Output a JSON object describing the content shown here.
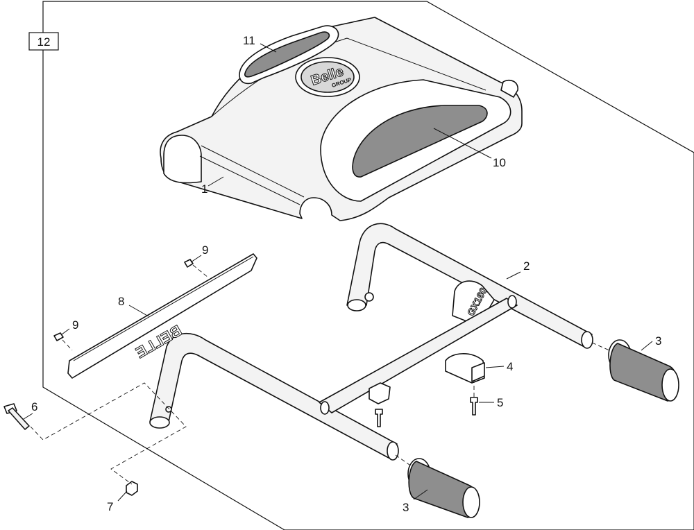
{
  "diagram": {
    "assembly_number": "12",
    "callouts": [
      {
        "id": "c1",
        "label": "1"
      },
      {
        "id": "c2",
        "label": "2"
      },
      {
        "id": "c3a",
        "label": "3"
      },
      {
        "id": "c3b",
        "label": "3"
      },
      {
        "id": "c4",
        "label": "4"
      },
      {
        "id": "c5",
        "label": "5"
      },
      {
        "id": "c6",
        "label": "6"
      },
      {
        "id": "c7",
        "label": "7"
      },
      {
        "id": "c8",
        "label": "8"
      },
      {
        "id": "c9a",
        "label": "9"
      },
      {
        "id": "c9b",
        "label": "9"
      },
      {
        "id": "c10",
        "label": "10"
      },
      {
        "id": "c11",
        "label": "11"
      }
    ],
    "branding": {
      "logo_top": "Belle",
      "logo_bottom": "GROUP",
      "plate_text": "BELLE",
      "bracket_text": "GX160"
    },
    "colors": {
      "line": "#111111",
      "part_fill": "#f3f3f3",
      "decal_fill": "#8e8e8e"
    }
  }
}
